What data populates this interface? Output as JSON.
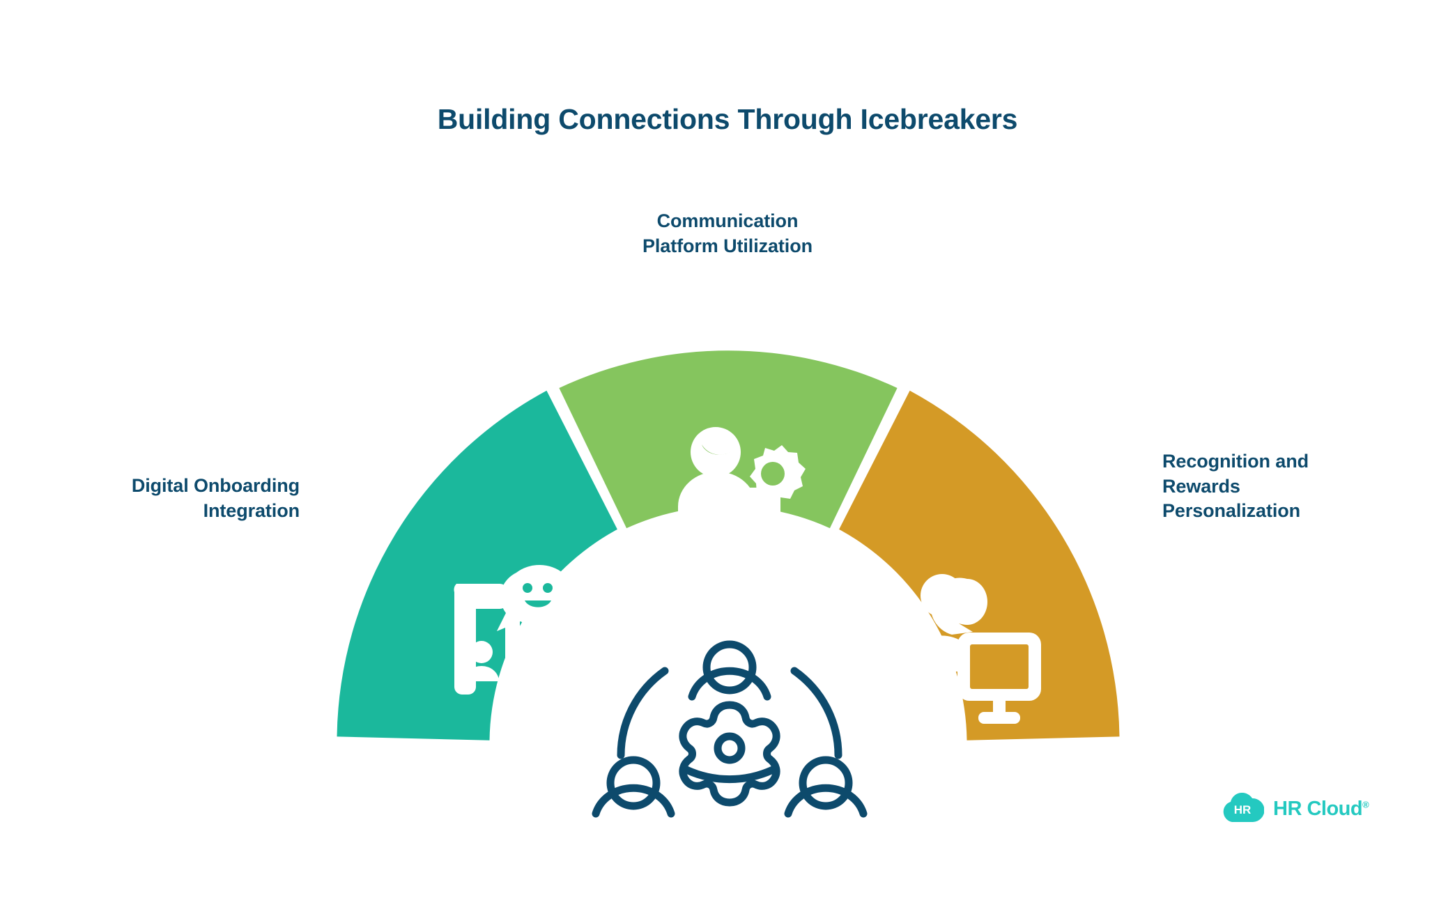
{
  "title": "Building Connections Through Icebreakers",
  "colors": {
    "title_text": "#0d4a6c",
    "label_text": "#0d4a6c",
    "segment_teal": "#1bb89c",
    "segment_green": "#85c55e",
    "segment_orange": "#d49a26",
    "center_icon": "#0d4a6c",
    "background": "#ffffff",
    "logo_teal": "#24c9c0",
    "icon_fill": "#ffffff"
  },
  "segments": [
    {
      "id": "digital-onboarding-integration",
      "label_line1": "Digital Onboarding",
      "label_line2": "Integration",
      "color": "#1bb89c",
      "icon": "presentation-speech-bubble-icon",
      "position": "left"
    },
    {
      "id": "communication-platform-utilization",
      "label_line1": "Communication",
      "label_line2": "Platform Utilization",
      "color": "#85c55e",
      "icon": "person-award-ribbon-icon",
      "position": "top"
    },
    {
      "id": "recognition-and-rewards-personalization",
      "label_line1": "Recognition and",
      "label_line2": "Rewards",
      "label_line3": "Personalization",
      "color": "#d49a26",
      "icon": "people-monitor-icon",
      "position": "right"
    }
  ],
  "center": {
    "icon": "team-collaboration-gear-icon"
  },
  "logo": {
    "mark_text": "HR",
    "name": "HR Cloud",
    "trademark": "®"
  }
}
